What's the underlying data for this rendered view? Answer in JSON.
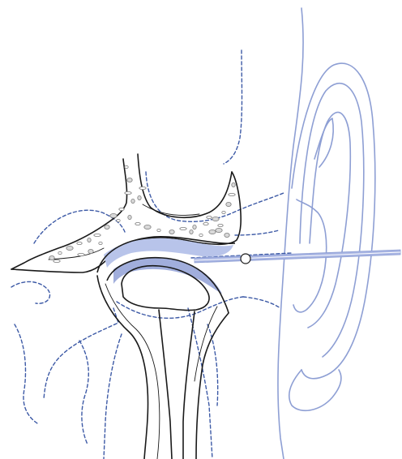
{
  "colors": {
    "background": "#ffffff",
    "bone_outline": "#1a1a1a",
    "ear_outline": "#8e9fd4",
    "dashed_guide": "#3d5aa6",
    "cartilage_fill": "#b8c4ea",
    "cartilage_shade": "#8293d0",
    "bone_speckle": "#7a7a7a",
    "needle": "#a6b3e2"
  },
  "icons": {
    "temporal_bone": "skull-bone-cross-section",
    "joint_disc": "articular-disc",
    "condyle": "mandibular-condyle",
    "ear": "external-ear",
    "needle": "injection-needle",
    "dashed_outlines": "surface-landmark-dashes"
  }
}
